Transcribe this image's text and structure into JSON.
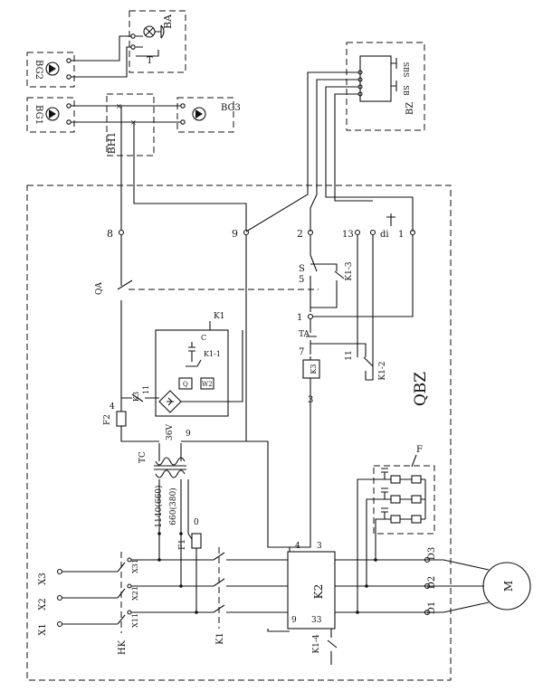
{
  "labels": {
    "qbz": "QBZ",
    "bh1": "BH1",
    "ba": "BA",
    "bz": "BZ",
    "bg1": "BG1",
    "bg2": "BG2",
    "bg3": "BG3",
    "t_ba": "T",
    "sbs": "SBS",
    "sb": "SB",
    "t8": "8",
    "t9": "9",
    "t2": "2",
    "t13": "13",
    "tdi": "di",
    "t1r": "1",
    "s": "S",
    "t5": "5",
    "k13": "K1-3",
    "qa": "QA",
    "t1": "1",
    "ta": "TA",
    "t7": "7",
    "l1": "11",
    "k12": "K1-2",
    "k3box": "K3",
    "t3": "3",
    "k3a": "K3",
    "k3n": "11",
    "k1c": "K1",
    "c": "C",
    "k11": "K1-1",
    "q": "Q",
    "w2": "W2",
    "f2": "F2",
    "t4a": "4",
    "v36": "36V",
    "t9b": "9",
    "tc": "TC",
    "v1140": "1140(660)",
    "v660": "660(380)",
    "t0": "0",
    "f1": "F1",
    "x31": "X31",
    "x21": "X21",
    "x11": "X11",
    "x1": "X1",
    "x2": "X2",
    "x3": "X3",
    "hk": "HK",
    "k1": "K1",
    "k2": "K2",
    "k2_4": "4",
    "k2_3": "3",
    "k2_9": "9",
    "k2_33": "33",
    "k14": "K1-4",
    "f": "F",
    "d1": "D1",
    "d2": "D2",
    "d3": "D3",
    "m": "M"
  },
  "colors": {
    "line": "#111111",
    "background": "#ffffff"
  }
}
